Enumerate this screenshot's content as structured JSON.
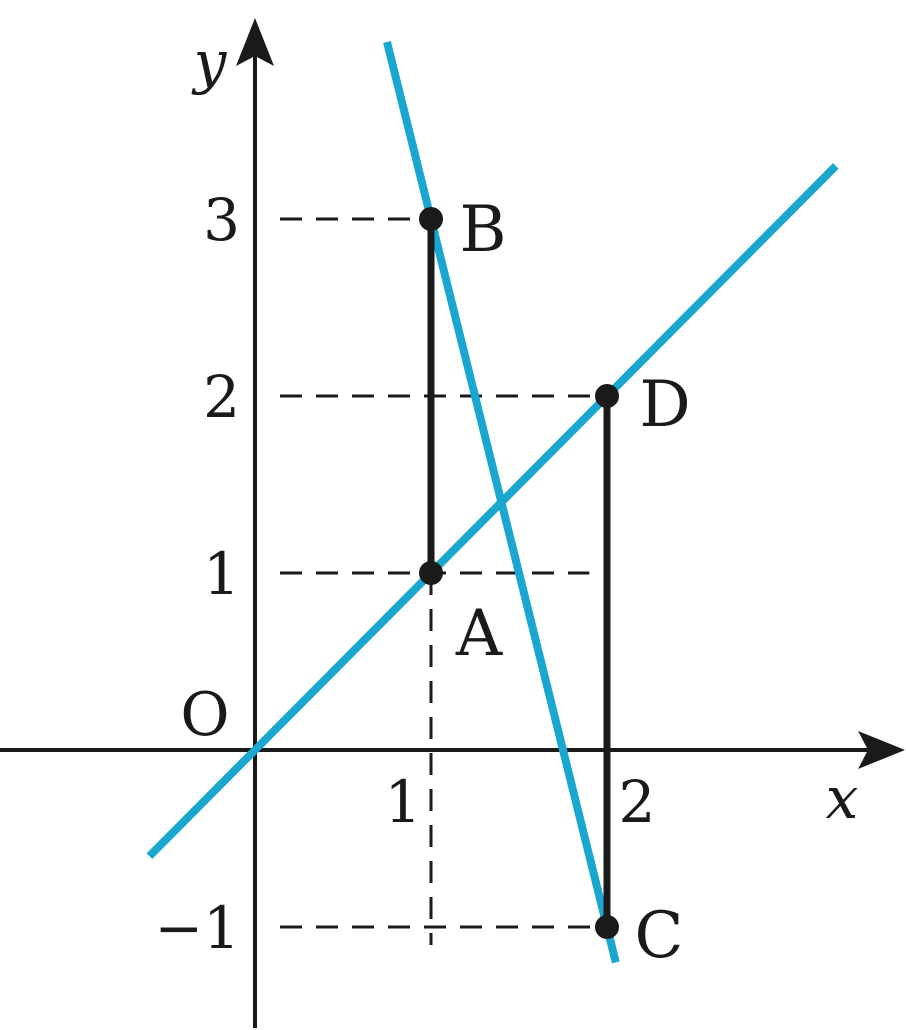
{
  "axes": {
    "x_label": "x",
    "y_label": "y",
    "origin_label": "O",
    "x_ticks": [
      {
        "value": 1,
        "label": "1"
      },
      {
        "value": 2,
        "label": "2"
      }
    ],
    "y_ticks": [
      {
        "value": 3,
        "label": "3"
      },
      {
        "value": 2,
        "label": "2"
      },
      {
        "value": 1,
        "label": "1"
      },
      {
        "value": -1,
        "label": "−1"
      }
    ]
  },
  "points": [
    {
      "label": "A",
      "x": 1,
      "y": 1
    },
    {
      "label": "B",
      "x": 1,
      "y": 3
    },
    {
      "label": "C",
      "x": 2,
      "y": -1
    },
    {
      "label": "D",
      "x": 2,
      "y": 2
    }
  ],
  "lines": [
    {
      "through": [
        [
          0,
          0
        ],
        [
          1,
          1
        ]
      ]
    },
    {
      "through": [
        [
          1,
          3
        ],
        [
          2,
          -1
        ]
      ]
    }
  ],
  "segments": [
    {
      "from": "A",
      "to": "B"
    },
    {
      "from": "C",
      "to": "D"
    }
  ],
  "colors": {
    "line": "#1aa7cf",
    "ink": "#1a1a1a"
  }
}
